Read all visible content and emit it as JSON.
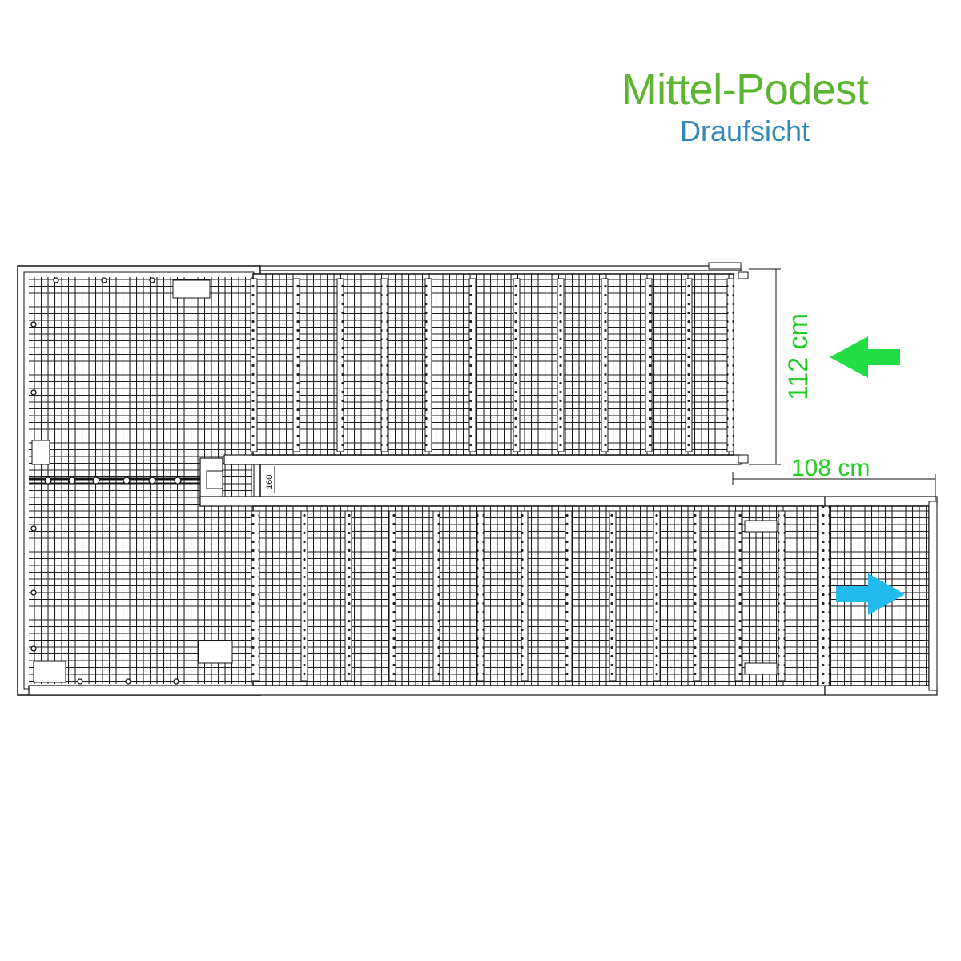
{
  "title": "Mittel-Podest",
  "subtitle": "Draufsicht",
  "dimensions": {
    "height_label": "112 cm",
    "width_label": "108 cm",
    "gap_label": "160"
  },
  "colors": {
    "title": "#5cb531",
    "subtitle": "#2f87ba",
    "dimension_text": "#22cc22",
    "arrow_up_flight": "#22dd44",
    "arrow_down_flight": "#22bbee",
    "line": "#111111"
  },
  "arrows": {
    "upper_flight": "arrow-left-icon",
    "lower_flight": "arrow-right-icon"
  }
}
